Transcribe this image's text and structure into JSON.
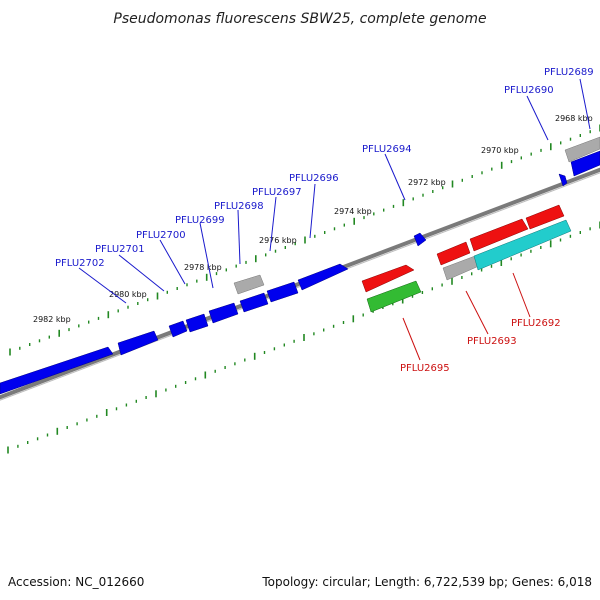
{
  "title": "Pseudomonas fluorescens SBW25, complete genome",
  "footer": {
    "accession": "Accession: NC_012660",
    "summary": "Topology: circular; Length: 6,722,539 bp; Genes: 6,018"
  },
  "scale_labels": [
    "2968 kbp",
    "2970 kbp",
    "2972 kbp",
    "2974 kbp",
    "2976 kbp",
    "2978 kbp",
    "2980 kbp",
    "2982 kbp"
  ],
  "gene_labels_top": [
    "PFLU2689",
    "PFLU2690",
    "PFLU2694",
    "PFLU2696",
    "PFLU2697",
    "PFLU2698",
    "PFLU2699",
    "PFLU2700",
    "PFLU2701",
    "PFLU2702"
  ],
  "gene_labels_bottom": [
    "PFLU2692",
    "PFLU2693",
    "PFLU2695"
  ],
  "colors": {
    "forward_gene": "#0000ee",
    "reverse_gene_red": "#ee1111",
    "reverse_gene_green": "#33bb33",
    "reverse_gene_cyan": "#22cccc",
    "pseudo_gene": "#aaaaaa",
    "backbone": "#888888",
    "ticks": "#228822",
    "label_blue": "#1a1acc",
    "label_red": "#cc1111"
  }
}
